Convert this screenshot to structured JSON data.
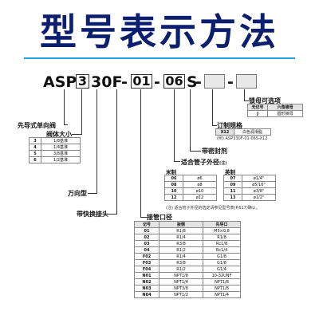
{
  "title": "型号表示方法",
  "model": {
    "prefix": "ASP",
    "box1": "3",
    "mid1": "30F",
    "dash1": "-",
    "box2": "01",
    "dash2": "-",
    "box3": "06",
    "suffix": "S",
    "dash3": "-",
    "dash4": "-"
  },
  "labels": {
    "pilot": "先导式单向阀",
    "body_size": "阀体大小",
    "elbow": "万向型",
    "quick_fitting": "带快换接头",
    "pipe_port": "接管口径",
    "tube_od": "适合管子外径",
    "tube_od_note": "(注)",
    "seal": "带密封剂",
    "made_to_order": "订制规格",
    "nut": "锁母可选项"
  },
  "body_size_table": [
    [
      "3",
      "1/8基准"
    ],
    [
      "4",
      "1/4基准"
    ],
    [
      "5",
      "3/8基准"
    ],
    [
      "6",
      "1/2基准"
    ]
  ],
  "made_to_order_table": {
    "row": [
      "X12",
      "白色润滑脂"
    ],
    "example": "(例) ASP330F-01-06S-X12"
  },
  "nut_table": {
    "header": [
      "无记号",
      "六角锁母"
    ],
    "row": [
      "J",
      "圆形锁母"
    ]
  },
  "tube_table": {
    "metric_label": "米制",
    "inch_label": "英制",
    "metric": [
      [
        "06",
        "ø6"
      ],
      [
        "08",
        "ø8"
      ],
      [
        "10",
        "ø10"
      ],
      [
        "12",
        "ø12"
      ]
    ],
    "inch": [
      [
        "07",
        "ø1/4\""
      ],
      [
        "09",
        "ø5/16\""
      ],
      [
        "11",
        "ø3/8\""
      ],
      [
        "13",
        "ø1/2\""
      ]
    ],
    "note": "(注) 适合管子外径的选定请参见型号表(P.617)确认。"
  },
  "port_table": {
    "headers": [
      "记号",
      "扳侧",
      "先导口"
    ],
    "rows": [
      [
        "01",
        "R1/8",
        "M5×0.8"
      ],
      [
        "02",
        "R1/4",
        "R1/8"
      ],
      [
        "03",
        "R3/8",
        "Rc1/8"
      ],
      [
        "04",
        "R1/2",
        "Rc1/4"
      ],
      [
        "F02",
        "R1/4",
        "G1/8"
      ],
      [
        "F03",
        "R3/8",
        "G1/8"
      ],
      [
        "F04",
        "R1/2",
        "G1/4"
      ],
      [
        "N01",
        "NPT1/8",
        "10-32UNF"
      ],
      [
        "N02",
        "NPT1/4",
        "NPT1/8"
      ],
      [
        "N03",
        "NPT3/8",
        "NPT1/8"
      ],
      [
        "N04",
        "NPT1/2",
        "NPT1/4"
      ]
    ]
  }
}
